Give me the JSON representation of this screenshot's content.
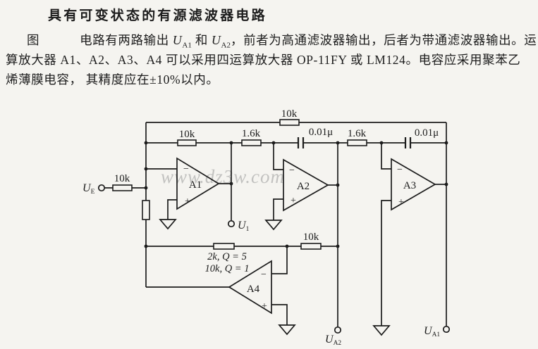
{
  "title": "具有可变状态的有源滤波器电路",
  "intro": {
    "fig": "图",
    "l1_seg1": "电路有两路输出 ",
    "l1_u1_base": "U",
    "l1_u1_sub": "A1",
    "l1_and": " 和 ",
    "l1_u2_base": "U",
    "l1_u2_sub": "A2",
    "l1_seg2": "，前者为高通滤波器输出，后者为带通滤波器输出。运",
    "l2": "算放大器 A1、A2、A3、A4 可以采用四运算放大器 OP-11FY 或 LM124。电容应采用聚苯乙",
    "l3": "烯薄膜电容， 其精度应在±10%以内。"
  },
  "circuit": {
    "watermark": "www.dz3w.com",
    "opamps": {
      "a1": "A1",
      "a2": "A2",
      "a3": "A3",
      "a4": "A4"
    },
    "signs": {
      "minus": "−",
      "plus": "+"
    },
    "resistors": {
      "top_feedback": "10k",
      "a1_feedback": "10k",
      "a2_input": "1.6k",
      "a3_input": "1.6k",
      "input_series": "10k",
      "a4_input": "10k",
      "a4_q_line1": "2k, Q = 5",
      "a4_q_line2": "10k, Q = 1"
    },
    "capacitors": {
      "c1": "0.01μ",
      "c2": "0.01μ"
    },
    "terminals": {
      "input": {
        "base": "U",
        "sub": "E"
      },
      "u1": {
        "base": "U",
        "sub": "1"
      },
      "ua2": {
        "base": "U",
        "sub": "A2"
      },
      "ua1": {
        "base": "U",
        "sub": "A1"
      }
    }
  }
}
